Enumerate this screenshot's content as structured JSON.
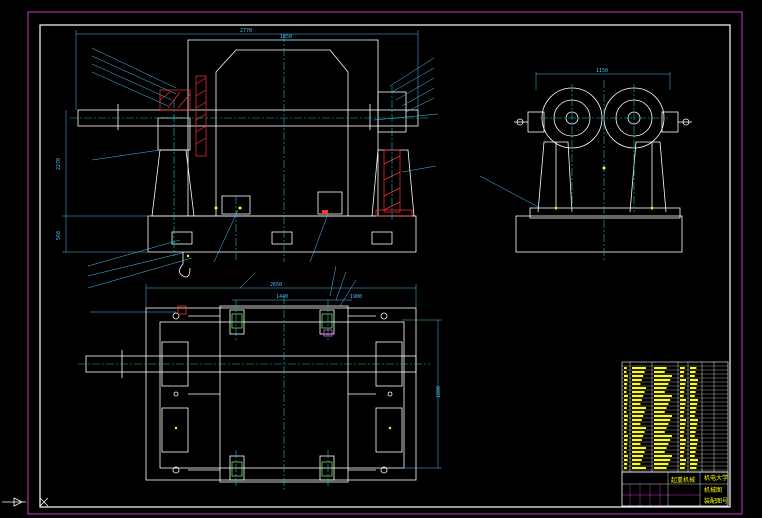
{
  "colors": {
    "background": "#000000",
    "outline": "#ffffff",
    "sheet_border": "#c23bc2",
    "centerline": "#00c8c8",
    "dimension": "#4fc3f7",
    "hatch": "#ff3030",
    "highlight_yellow": "#ffff00",
    "highlight_green": "#66ff66",
    "highlight_magenta": "#ff40ff"
  },
  "front_view": {
    "dim_top": "2770",
    "dim_inner_top": "1650",
    "dim_left_vertical": "2270",
    "dim_left_lower": "568"
  },
  "side_view": {
    "dim_top": "1150"
  },
  "plan_view": {
    "dim_top": "2650",
    "dim_inner": "1440",
    "dim_inner_right": "1900",
    "dim_right_vertical": "1800"
  },
  "title_block": {
    "title": "起重机械",
    "drawing_name": "机械图",
    "school": "机电大学",
    "drawing_no": "装配图号"
  }
}
